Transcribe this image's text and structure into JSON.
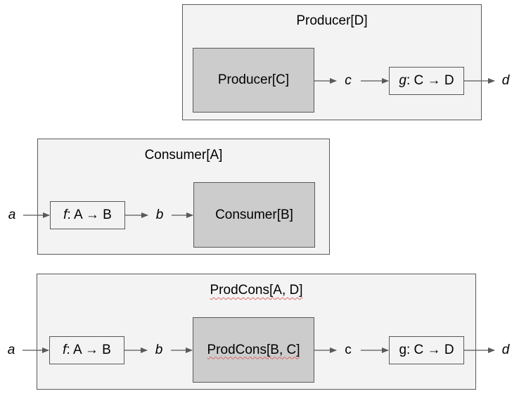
{
  "producer": {
    "title": "Producer[D]",
    "inner": "Producer[C]",
    "var_c": "c",
    "fn_name": "g",
    "fn_sig": ": C → D",
    "var_d": "d"
  },
  "consumer": {
    "title": "Consumer[A]",
    "var_a": "a",
    "fn_name": "f",
    "fn_sig": ": A → B",
    "var_b": "b",
    "inner": "Consumer[B]"
  },
  "prodcons": {
    "title": "ProdCons[A, D]",
    "var_a": "a",
    "fn1_name": "f",
    "fn1_sig": ": A → B",
    "var_b": "b",
    "inner": "ProdCons[B, C]",
    "var_c": "c",
    "fn2_label": "g: C → D",
    "var_d": "d"
  },
  "colors": {
    "container_fill": "#f3f3f3",
    "inner_fill": "#cccccc",
    "border": "#595959",
    "spellcheck": "#e06666"
  }
}
